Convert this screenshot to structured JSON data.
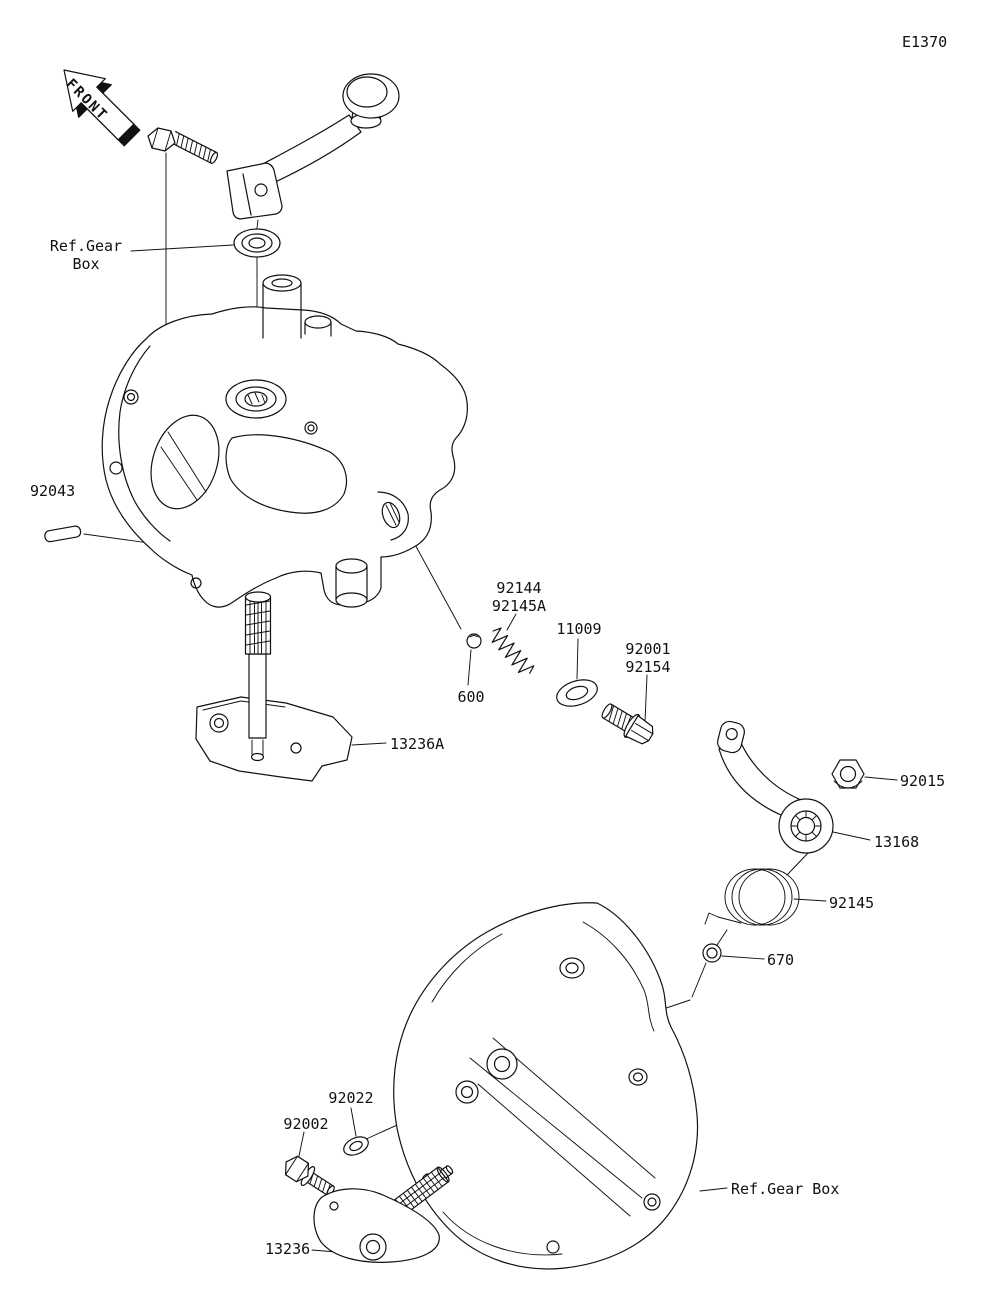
{
  "page": {
    "code": "E1370",
    "front_label": "FRONT"
  },
  "refs": {
    "top": "Ref.Gear Box",
    "bottom": "Ref.Gear Box"
  },
  "parts": {
    "p92043": "92043",
    "p92144": "92144",
    "p92145A": "92145A",
    "p11009": "11009",
    "p92001": "92001",
    "p92154": "92154",
    "p600": "600",
    "p13236A": "13236A",
    "p92015": "92015",
    "p13168": "13168",
    "p92145": "92145",
    "p670": "670",
    "p92022": "92022",
    "p92002": "92002",
    "p13236": "13236"
  },
  "colors": {
    "line": "#111111",
    "background": "#ffffff"
  }
}
